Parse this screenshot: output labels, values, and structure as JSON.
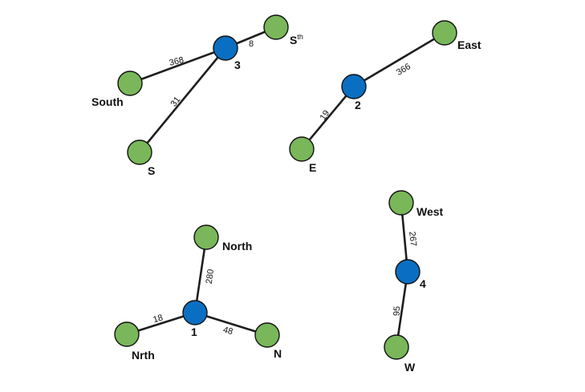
{
  "colors": {
    "hub_fill": "#0a6fc2",
    "leaf_fill": "#79b75a"
  },
  "nodes": [
    {
      "id": "hub3",
      "kind": "hub",
      "label": "3"
    },
    {
      "id": "sth",
      "kind": "leaf",
      "label": "Sth"
    },
    {
      "id": "south",
      "kind": "leaf",
      "label": "South"
    },
    {
      "id": "s",
      "kind": "leaf",
      "label": "S"
    },
    {
      "id": "hub2",
      "kind": "hub",
      "label": "2"
    },
    {
      "id": "east",
      "kind": "leaf",
      "label": "East"
    },
    {
      "id": "e",
      "kind": "leaf",
      "label": "E"
    },
    {
      "id": "hub1",
      "kind": "hub",
      "label": "1"
    },
    {
      "id": "north",
      "kind": "leaf",
      "label": "North"
    },
    {
      "id": "nrth",
      "kind": "leaf",
      "label": "Nrth"
    },
    {
      "id": "n",
      "kind": "leaf",
      "label": "N"
    },
    {
      "id": "hub4",
      "kind": "hub",
      "label": "4"
    },
    {
      "id": "west",
      "kind": "leaf",
      "label": "West"
    },
    {
      "id": "w",
      "kind": "leaf",
      "label": "W"
    }
  ],
  "edges": [
    {
      "from": "hub3",
      "to": "sth",
      "label": "8"
    },
    {
      "from": "hub3",
      "to": "south",
      "label": "368"
    },
    {
      "from": "hub3",
      "to": "s",
      "label": "31"
    },
    {
      "from": "hub2",
      "to": "east",
      "label": "366"
    },
    {
      "from": "hub2",
      "to": "e",
      "label": "19"
    },
    {
      "from": "hub1",
      "to": "north",
      "label": "280"
    },
    {
      "from": "hub1",
      "to": "nrth",
      "label": "18"
    },
    {
      "from": "hub1",
      "to": "n",
      "label": "48"
    },
    {
      "from": "hub4",
      "to": "west",
      "label": "267"
    },
    {
      "from": "hub4",
      "to": "w",
      "label": "95"
    }
  ]
}
